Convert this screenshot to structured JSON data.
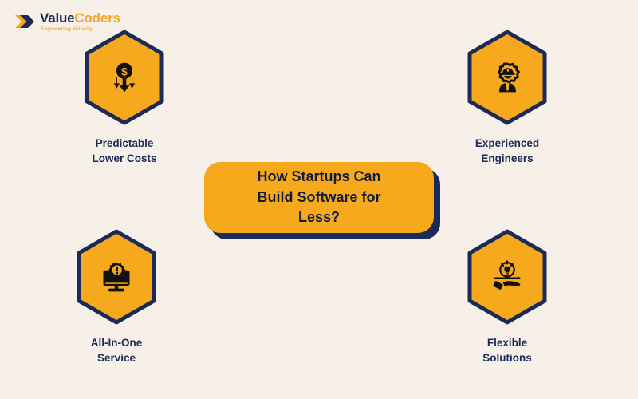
{
  "background_color": "#F7F0E8",
  "brand": {
    "logo_icon": "valuecoders-arrow-logo",
    "name_part1": "Value",
    "name_part2": "Coders",
    "tagline": "Engineering Velocity",
    "navy": "#1B2A56",
    "orange": "#F5A623"
  },
  "center": {
    "title": "How Startups Can\nBuild Software for\nLess?",
    "fill_color": "#F7A91E",
    "shadow_color": "#1B2A56",
    "text_color": "#131C3A"
  },
  "nodes": [
    {
      "id": "predictable-lower-costs",
      "label": "Predictable\nLower Costs",
      "icon": "dollar-coin-down-arrows-icon",
      "fill_color": "#F7A91E",
      "border_color": "#1B2A56",
      "label_color": "#1B2A56"
    },
    {
      "id": "experienced-engineers",
      "label": "Experienced\nEngineers",
      "icon": "engineer-in-gear-icon",
      "fill_color": "#F7A91E",
      "border_color": "#1B2A56",
      "label_color": "#1B2A56"
    },
    {
      "id": "all-in-one-service",
      "label": "All-In-One\nService",
      "icon": "monitor-gear-icon",
      "fill_color": "#F7A91E",
      "border_color": "#1B2A56",
      "label_color": "#1B2A56"
    },
    {
      "id": "flexible-solutions",
      "label": "Flexible\nSolutions",
      "icon": "hand-holding-lightbulb-icon",
      "fill_color": "#F7A91E",
      "border_color": "#1B2A56",
      "label_color": "#1B2A56"
    }
  ]
}
